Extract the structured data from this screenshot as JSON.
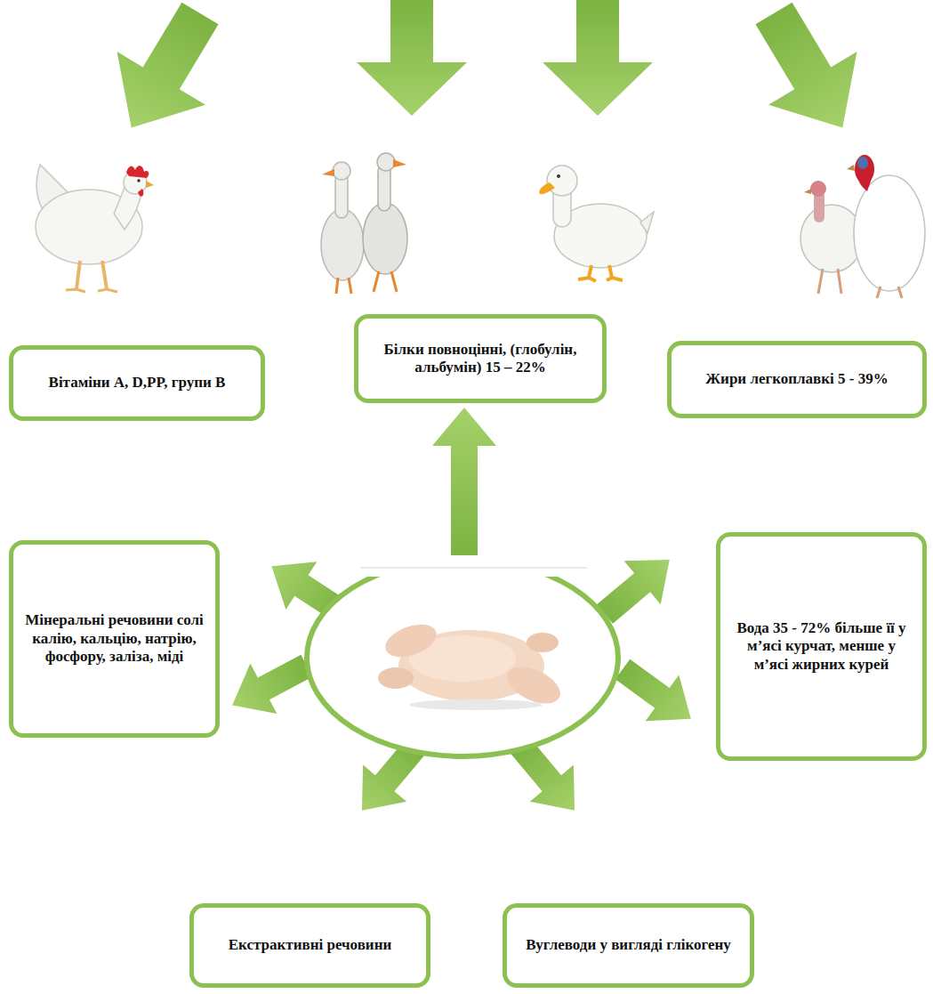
{
  "diagram": {
    "nodes": [
      {
        "text": [
          "Білки повноцінні, (глобулін, альбумін) 15 – 22%"
        ]
      },
      {
        "text": [
          "Вітаміни A, D,PP, групи B"
        ]
      },
      {
        "text": [
          "Жири легкоплавкі 5 - 39%"
        ]
      },
      {
        "text": [
          "Мінеральні речовини солі калію, кальцію, натрію, фосфору, заліза, міді"
        ]
      },
      {
        "text": [
          "Вода 35 - 72% більше її у м’ясі курчат, менше у м’ясі жирних курей"
        ]
      },
      {
        "text": [
          "Екстрактивні речовини"
        ]
      },
      {
        "text": [
          "Вуглеводи у вигляді глікогену"
        ]
      }
    ]
  }
}
